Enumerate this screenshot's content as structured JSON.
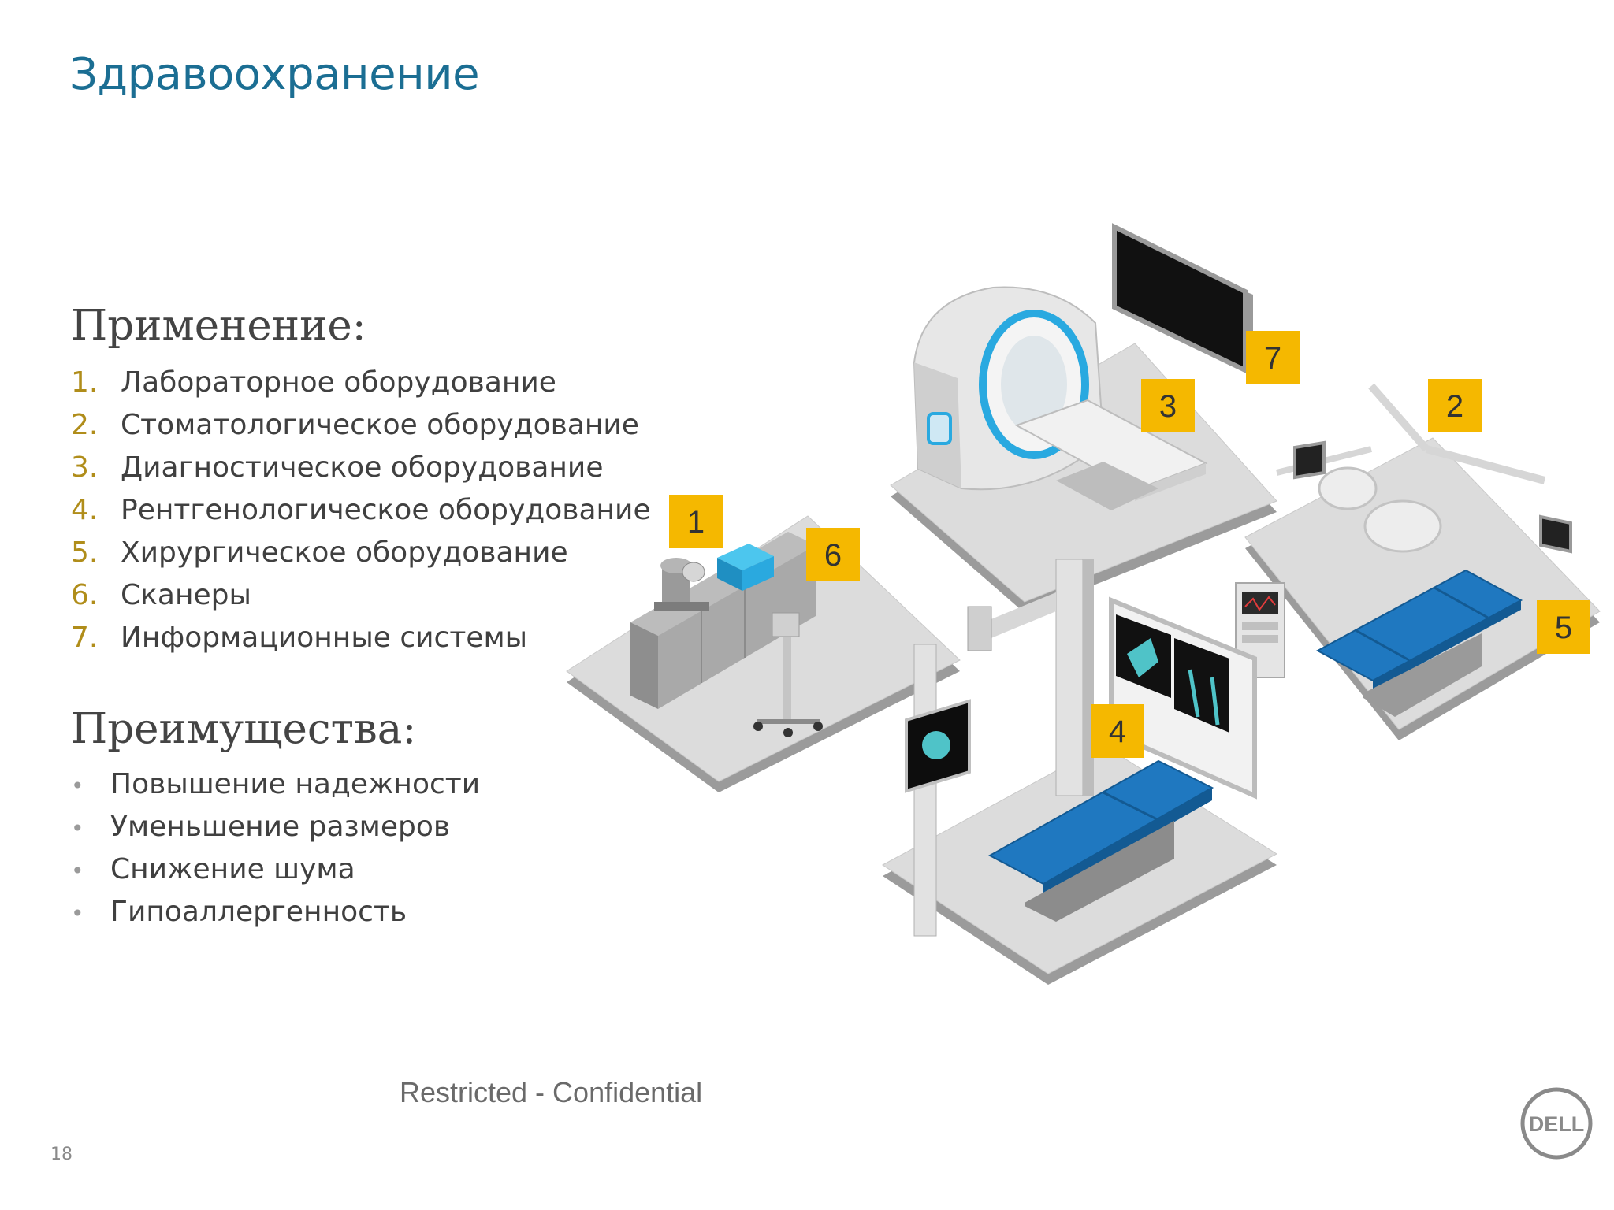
{
  "slide": {
    "title": "Здравоохранение",
    "page_number": "18",
    "footer": "Restricted - Confidential"
  },
  "applications": {
    "title": "Применение:",
    "items": [
      {
        "num": "1.",
        "label": "Лабораторное оборудование"
      },
      {
        "num": "2.",
        "label": "Стоматологическое оборудование"
      },
      {
        "num": "3.",
        "label": "Диагностическое оборудование"
      },
      {
        "num": "4.",
        "label": "Рентгенологическое оборудование"
      },
      {
        "num": "5.",
        "label": "Хирургическое оборудование"
      },
      {
        "num": "6.",
        "label": "Сканеры"
      },
      {
        "num": "7.",
        "label": "Информационные системы"
      }
    ]
  },
  "benefits": {
    "title": "Преимущества:",
    "items": [
      {
        "bullet": "•",
        "label": "Повышение надежности"
      },
      {
        "bullet": "•",
        "label": "Уменьшение размеров"
      },
      {
        "bullet": "•",
        "label": "Снижение шума"
      },
      {
        "bullet": "•",
        "label": "Гипоаллергенность"
      }
    ]
  },
  "illustration": {
    "markers": [
      "1",
      "2",
      "3",
      "4",
      "5",
      "6",
      "7"
    ]
  },
  "logo": {
    "text": "DELL"
  },
  "colors": {
    "title": "#1b6e93",
    "marker": "#f5b800",
    "table_blue": "#1f78c0",
    "accent_cyan": "#29a9e0",
    "floor": "#d9d9d9"
  }
}
